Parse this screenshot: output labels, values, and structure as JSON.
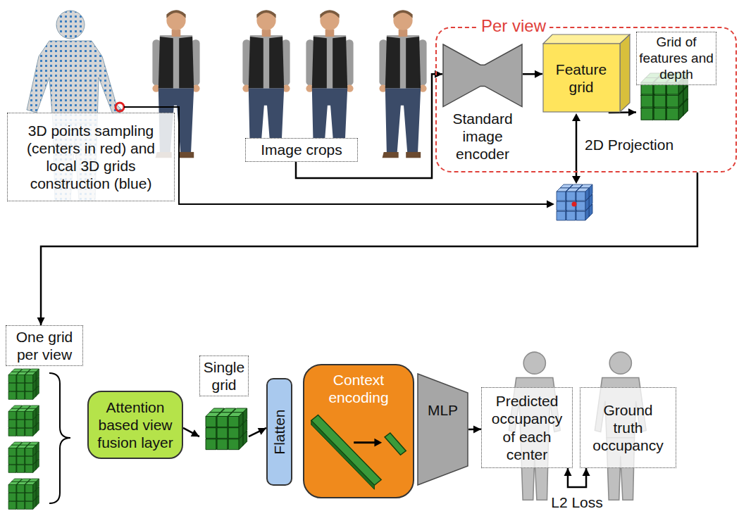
{
  "diagram": {
    "nodes": [
      {
        "text": [
          "3D points sampling (centers in red) and local 3D grids construction (blue)"
        ]
      },
      {
        "text": [
          "Image crops"
        ]
      },
      {
        "text": [
          "Per view"
        ]
      },
      {
        "text": [
          "Standard image encoder"
        ],
        "in": 2
      },
      {
        "text": [
          "Feature grid"
        ],
        "in": 2
      },
      {
        "text": [
          "Grid of features and depth"
        ],
        "in": 2
      },
      {
        "text": [
          "One grid per view"
        ]
      },
      {
        "text": [
          "Attention based view fusion layer"
        ]
      },
      {
        "text": [
          "Single grid"
        ]
      },
      {
        "text": [
          "Flatten"
        ]
      },
      {
        "text": [
          "Context encoding"
        ]
      },
      {
        "text": [
          "MLP"
        ]
      },
      {
        "text": [
          "Predicted occupancy of each center"
        ]
      },
      {
        "text": [
          "Ground truth occupancy"
        ]
      }
    ],
    "edges": [
      {
        "from": 1,
        "to": 3,
        "arrow": "to"
      },
      {
        "from": 3,
        "to": 4,
        "arrow": "to"
      },
      {
        "from": 4,
        "to": 5,
        "arrow": "to"
      },
      {
        "from": 2,
        "to": 6,
        "arrow": "to"
      },
      {
        "from": 7,
        "to": 8,
        "arrow": "to"
      },
      {
        "from": 8,
        "to": 9,
        "arrow": "to"
      },
      {
        "from": 11,
        "to": 12,
        "arrow": "to"
      },
      {
        "from": 12,
        "to": 13,
        "label": "L2 Loss",
        "arrow": "both"
      }
    ],
    "labels": [
      "2D Projection"
    ]
  }
}
